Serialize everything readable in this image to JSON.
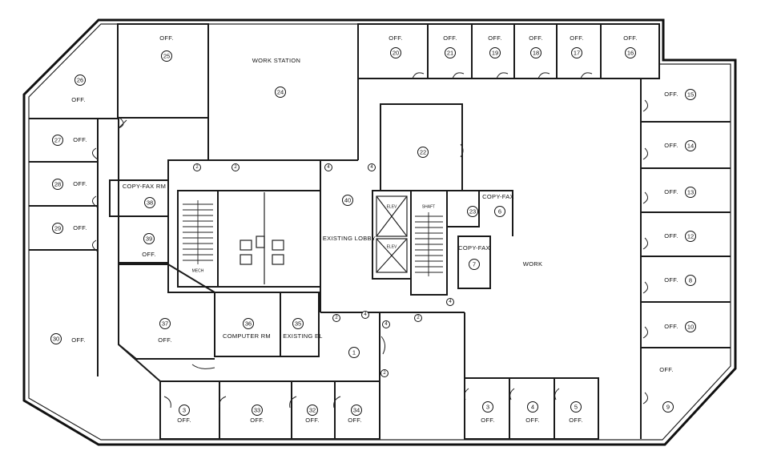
{
  "rooms": [
    {
      "id": "r26",
      "label": "OFF.",
      "number": "26"
    },
    {
      "id": "r25",
      "label": "OFF.",
      "number": "25"
    },
    {
      "id": "r24",
      "label": "WORK STATION",
      "number": "24"
    },
    {
      "id": "r20",
      "label": "OFF.",
      "number": "20"
    },
    {
      "id": "r21",
      "label": "OFF.",
      "number": "21"
    },
    {
      "id": "r19",
      "label": "OFF.",
      "number": "19"
    },
    {
      "id": "r18",
      "label": "OFF.",
      "number": "18"
    },
    {
      "id": "r17",
      "label": "OFF.",
      "number": "17"
    },
    {
      "id": "r16",
      "label": "OFF.",
      "number": "16"
    },
    {
      "id": "r15",
      "label": "OFF.",
      "number": "15"
    },
    {
      "id": "r14",
      "label": "OFF.",
      "number": "14"
    },
    {
      "id": "r13",
      "label": "OFF.",
      "number": "13"
    },
    {
      "id": "r12",
      "label": "OFF.",
      "number": "12"
    },
    {
      "id": "r8",
      "label": "OFF.",
      "number": "8"
    },
    {
      "id": "r10",
      "label": "OFF.",
      "number": "10"
    },
    {
      "id": "r9",
      "label": "OFF.",
      "number": "9"
    },
    {
      "id": "r27",
      "label": "OFF.",
      "number": "27"
    },
    {
      "id": "r28",
      "label": "OFF.",
      "number": "28"
    },
    {
      "id": "r29",
      "label": "OFF.",
      "number": "29"
    },
    {
      "id": "r30",
      "label": "OFF.",
      "number": "30"
    },
    {
      "id": "r38",
      "label": "COPY-FAX RM",
      "number": "38"
    },
    {
      "id": "r39",
      "label": "OFF.",
      "number": "39"
    },
    {
      "id": "r37",
      "label": "OFF.",
      "number": "37"
    },
    {
      "id": "r36",
      "label": "COMPUTER RM",
      "number": "36"
    },
    {
      "id": "r35",
      "label": "EXISTING EL",
      "number": "35"
    },
    {
      "id": "r22",
      "label": "",
      "number": "22"
    },
    {
      "id": "r6",
      "label": "COPY-FAX",
      "number": "6"
    },
    {
      "id": "r7",
      "label": "COPY-FAX",
      "number": "7"
    },
    {
      "id": "rwork",
      "label": "WORK",
      "number": ""
    },
    {
      "id": "rlobby",
      "label": "EXISTING LOBBY",
      "number": "40"
    },
    {
      "id": "r1",
      "label": "",
      "number": "1"
    },
    {
      "id": "r3b",
      "label": "OFF.",
      "number": "3"
    },
    {
      "id": "r33",
      "label": "OFF.",
      "number": "33"
    },
    {
      "id": "r32",
      "label": "OFF.",
      "number": "32"
    },
    {
      "id": "r34",
      "label": "OFF.",
      "number": "34"
    },
    {
      "id": "r3",
      "label": "OFF.",
      "number": "3"
    },
    {
      "id": "r4",
      "label": "OFF.",
      "number": "4"
    },
    {
      "id": "r5",
      "label": "OFF.",
      "number": "5"
    },
    {
      "id": "r23",
      "label": "",
      "number": "23"
    }
  ],
  "markers": [
    {
      "id": "m1",
      "number": "2"
    },
    {
      "id": "m2",
      "number": "2"
    },
    {
      "id": "m3",
      "number": "4"
    },
    {
      "id": "m4",
      "number": "4"
    },
    {
      "id": "m5",
      "number": "2"
    },
    {
      "id": "m6",
      "number": "4"
    },
    {
      "id": "m7",
      "number": "4"
    },
    {
      "id": "m8",
      "number": "2"
    },
    {
      "id": "m9",
      "number": "4"
    },
    {
      "id": "m10",
      "number": "2"
    }
  ],
  "tags": {
    "elev1": "ELEV",
    "elev2": "ELEV",
    "shaft": "SHAFT",
    "mech": "MECH"
  }
}
